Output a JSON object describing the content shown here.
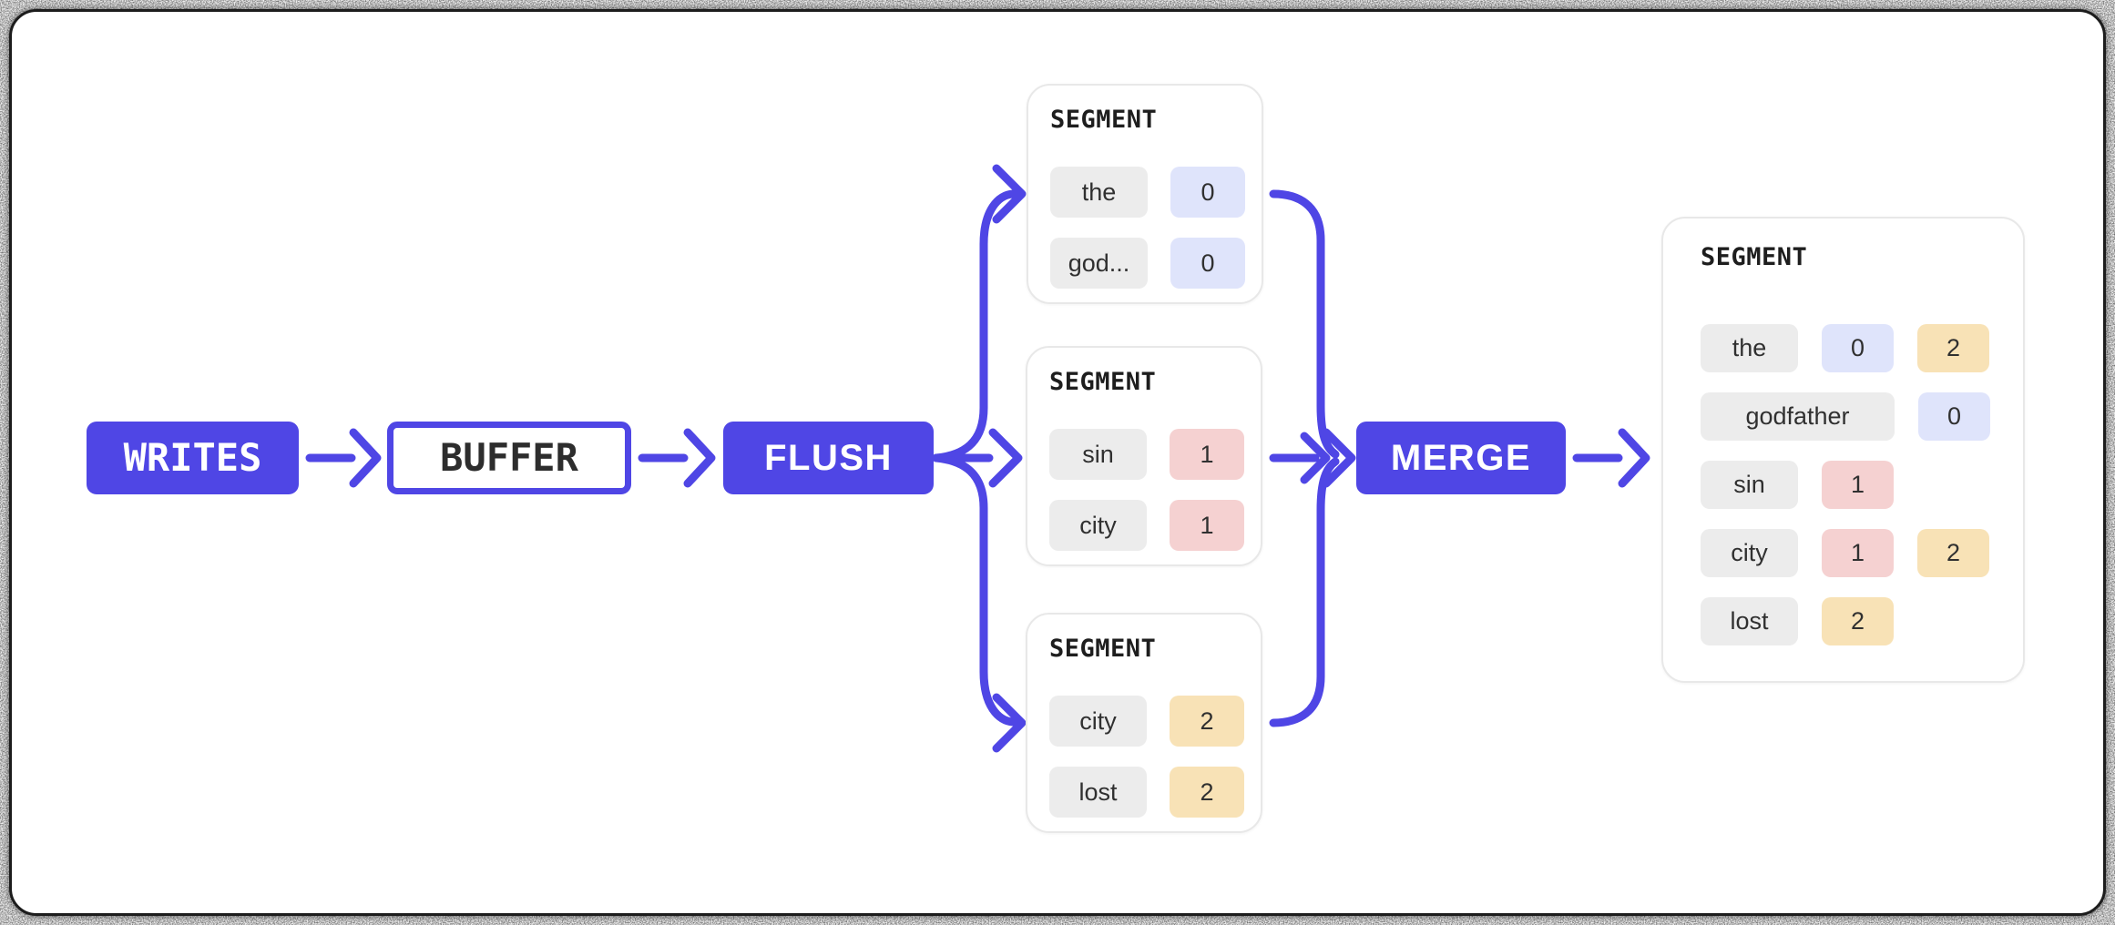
{
  "diagram": {
    "nodes": {
      "writes": {
        "label": "WRITES",
        "style": "solid"
      },
      "buffer": {
        "label": "BUFFER",
        "style": "outline"
      },
      "flush": {
        "label": "FLUSH",
        "style": "solid"
      },
      "merge": {
        "label": "MERGE",
        "style": "solid"
      }
    },
    "segments": [
      {
        "title": "SEGMENT",
        "rows": [
          {
            "term": "the",
            "postings": [
              {
                "doc": "0",
                "color": "blue"
              }
            ]
          },
          {
            "term": "god...",
            "postings": [
              {
                "doc": "0",
                "color": "blue"
              }
            ]
          }
        ]
      },
      {
        "title": "SEGMENT",
        "rows": [
          {
            "term": "sin",
            "postings": [
              {
                "doc": "1",
                "color": "pink"
              }
            ]
          },
          {
            "term": "city",
            "postings": [
              {
                "doc": "1",
                "color": "pink"
              }
            ]
          }
        ]
      },
      {
        "title": "SEGMENT",
        "rows": [
          {
            "term": "city",
            "postings": [
              {
                "doc": "2",
                "color": "yellow"
              }
            ]
          },
          {
            "term": "lost",
            "postings": [
              {
                "doc": "2",
                "color": "yellow"
              }
            ]
          }
        ]
      }
    ],
    "merged": {
      "title": "SEGMENT",
      "rows": [
        {
          "term": "the",
          "wide": false,
          "postings": [
            {
              "doc": "0",
              "color": "blue"
            },
            {
              "doc": "2",
              "color": "yellow"
            }
          ]
        },
        {
          "term": "godfather",
          "wide": true,
          "postings": [
            {
              "doc": "0",
              "color": "blue"
            }
          ]
        },
        {
          "term": "sin",
          "wide": false,
          "postings": [
            {
              "doc": "1",
              "color": "pink"
            }
          ]
        },
        {
          "term": "city",
          "wide": false,
          "postings": [
            {
              "doc": "1",
              "color": "pink"
            },
            {
              "doc": "2",
              "color": "yellow"
            }
          ]
        },
        {
          "term": "lost",
          "wide": false,
          "postings": [
            {
              "doc": "2",
              "color": "yellow"
            }
          ]
        }
      ]
    },
    "edges": [
      {
        "from": "writes",
        "to": "buffer"
      },
      {
        "from": "buffer",
        "to": "flush"
      },
      {
        "from": "flush",
        "to": "segment-0"
      },
      {
        "from": "flush",
        "to": "segment-1"
      },
      {
        "from": "flush",
        "to": "segment-2"
      },
      {
        "from": "segment-0",
        "to": "merge"
      },
      {
        "from": "segment-1",
        "to": "merge"
      },
      {
        "from": "segment-2",
        "to": "merge"
      },
      {
        "from": "merge",
        "to": "merged-segment"
      }
    ],
    "colors": {
      "accent": "#4f46e5",
      "chip_gray": "#ececec",
      "chip_blue": "#dfe4fb",
      "chip_pink": "#f5d1d1",
      "chip_yellow": "#f8e2b6",
      "canvas": "#ffffff"
    }
  }
}
